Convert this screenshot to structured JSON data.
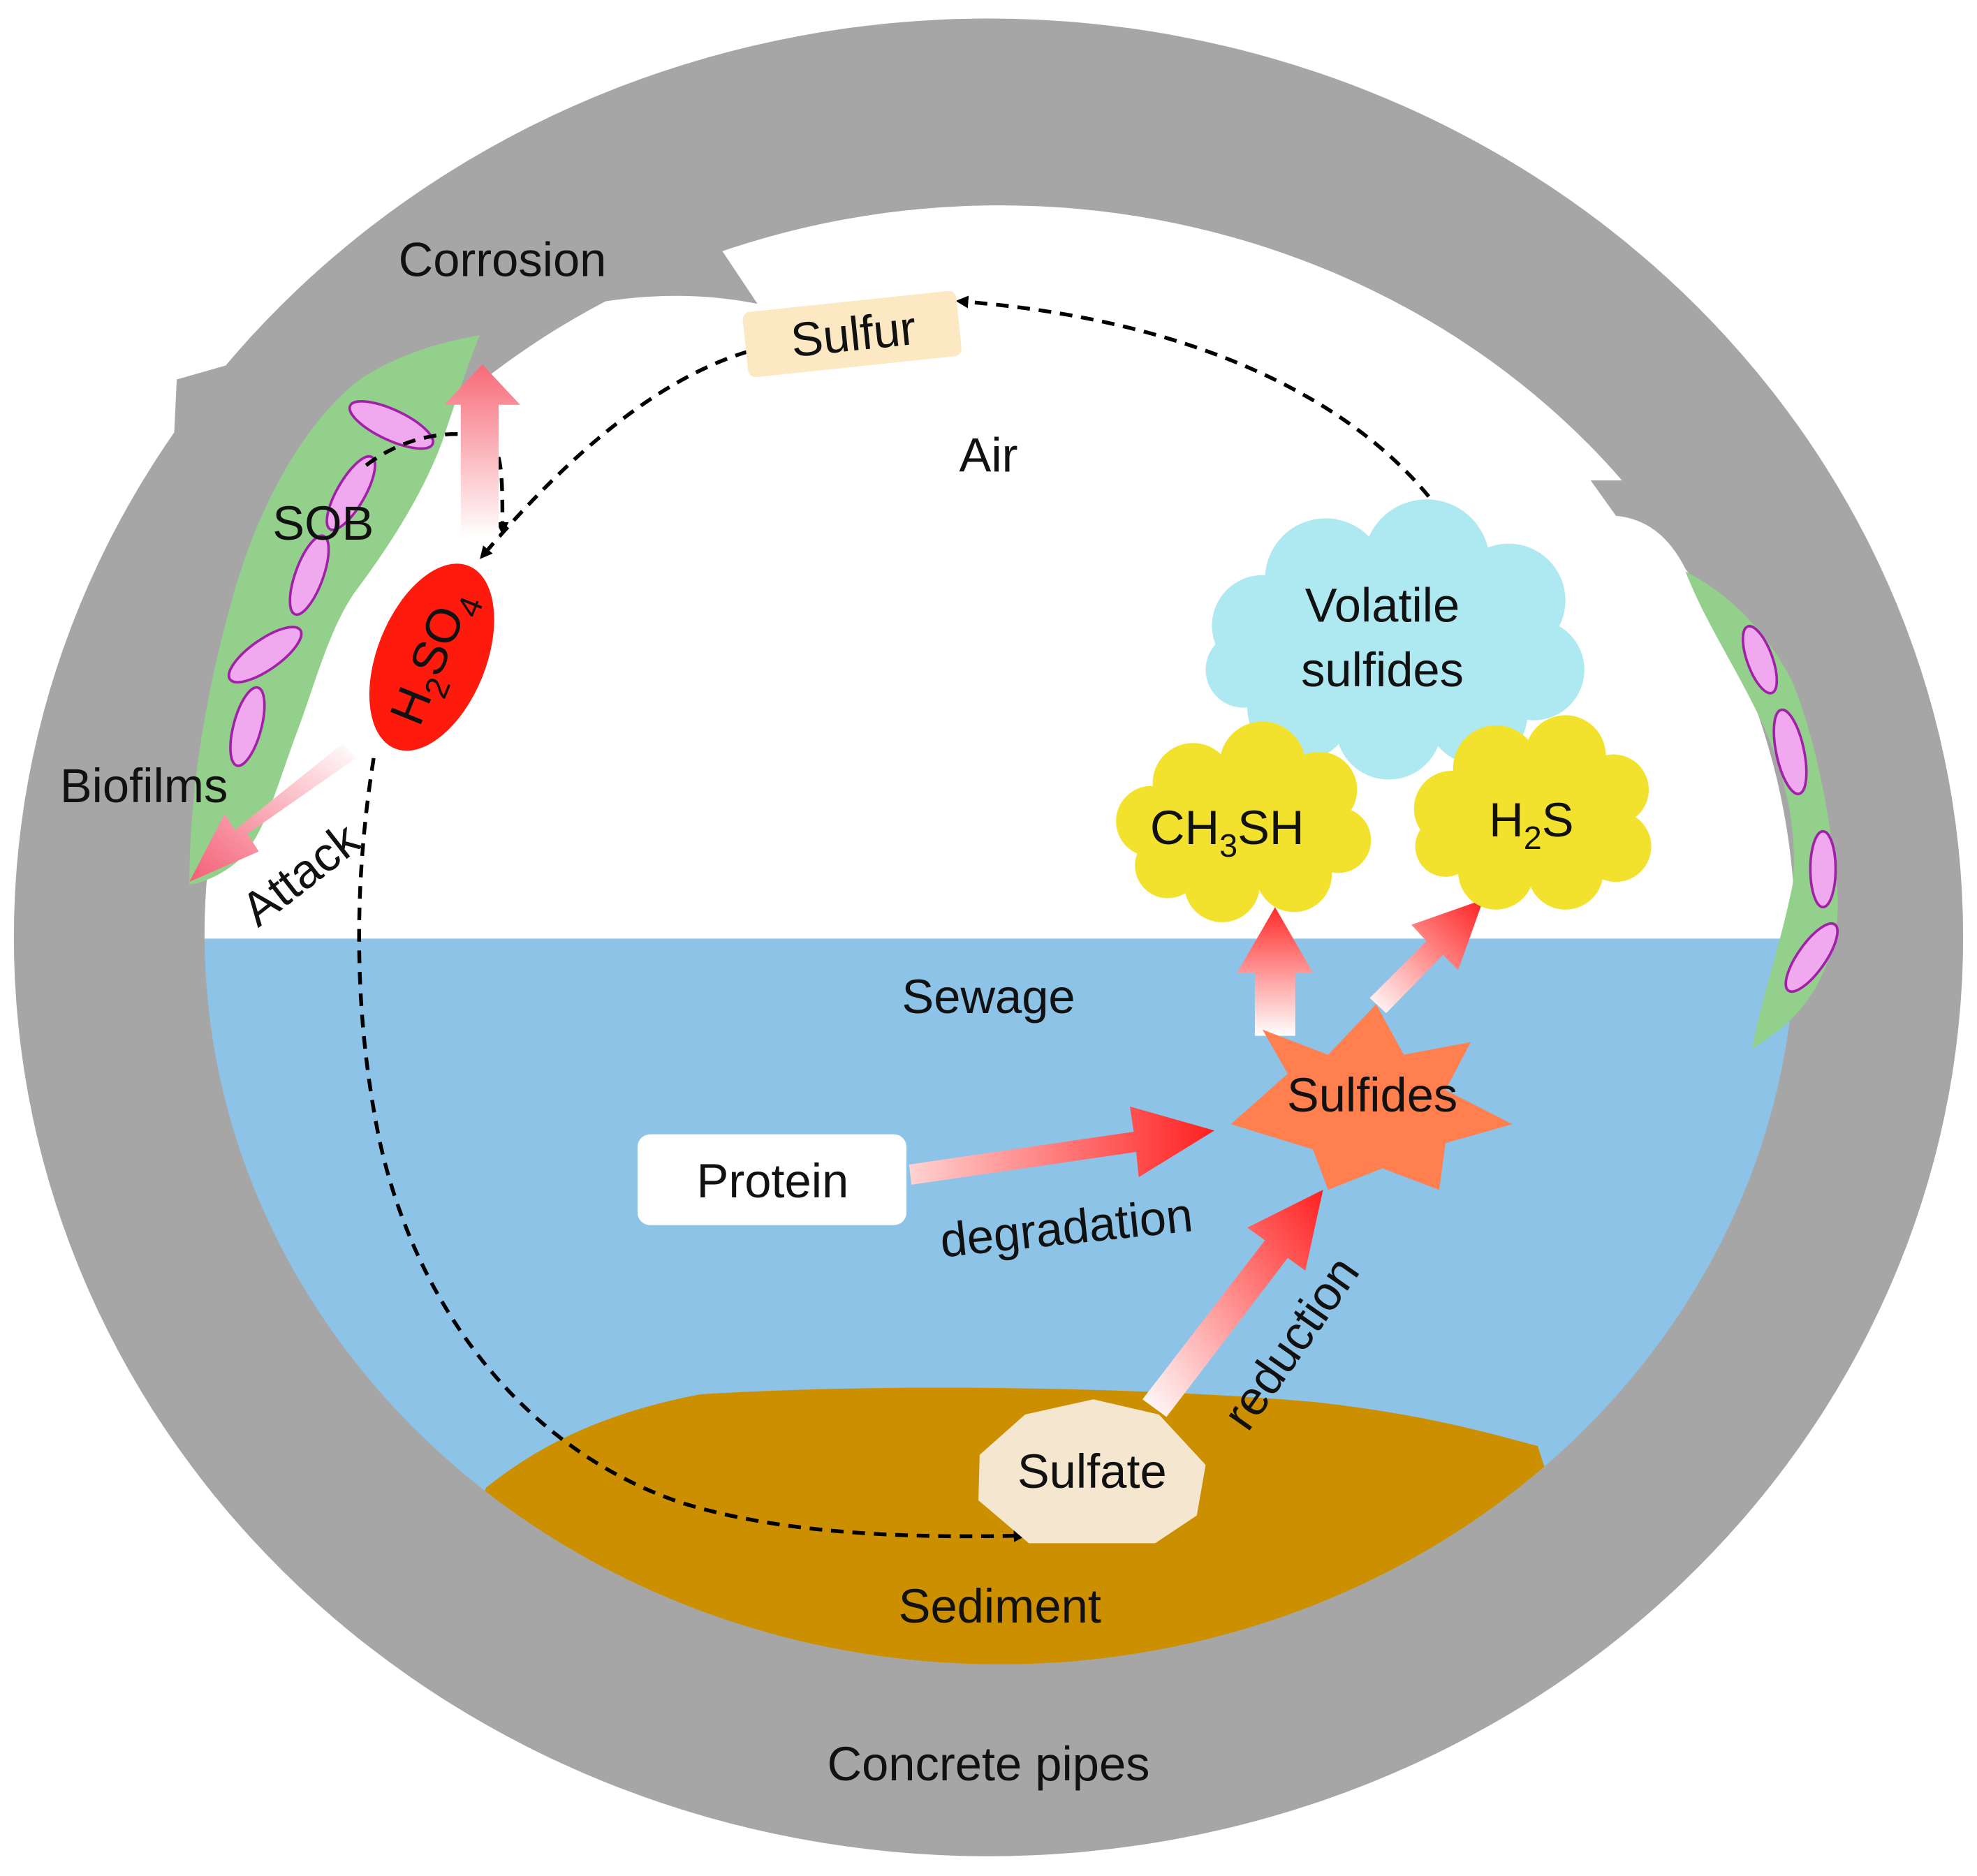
{
  "labels": {
    "corrosion": "Corrosion",
    "sulfur": "Sulfur",
    "air": "Air",
    "sob": "SOB",
    "biofilms": "Biofilms",
    "attack": "Attack",
    "volatile_line1": "Volatile",
    "volatile_line2": "sulfides",
    "ch3sh": {
      "a": "CH",
      "sub": "3",
      "b": "SH"
    },
    "h2s": {
      "a": "H",
      "sub": "2",
      "b": "S"
    },
    "h2so4": {
      "a": "H",
      "sub1": "2",
      "b": "SO",
      "sub2": "4"
    },
    "sewage": "Sewage",
    "sulfides": "Sulfides",
    "protein": "Protein",
    "degradation": "degradation",
    "reduction": "reduction",
    "sulfate": "Sulfate",
    "sediment": "Sediment",
    "concrete_pipes": "Concrete pipes"
  },
  "colors": {
    "pipe": "#a6a6a6",
    "sewage": "#8dc3e6",
    "sediment": "#cc8f00",
    "biofilm": "#92d08b",
    "bacteria": "#f0a8ee",
    "bacteria_outline": "#a020a8",
    "acid": "#ff1a0e",
    "cloud_blue": "#aee9f2",
    "cloud_yellow": "#f3e22d",
    "star": "#ff7f4f",
    "sulfur_box": "#fce9c4",
    "sulfate": "#f5e6d0",
    "arrow": "#ff2a2a"
  }
}
